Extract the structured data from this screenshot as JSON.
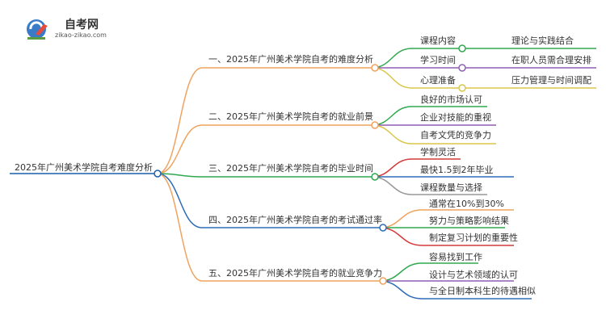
{
  "logo": {
    "title": "自考网",
    "subtitle": "zikao-zikao.com"
  },
  "root": {
    "label": "2025年广州美术学院自考难度分析",
    "color": "#1a5fa8"
  },
  "branches": [
    {
      "label": "一、2025年广州美术学院自考的难度分析",
      "color": "#f0a35e",
      "children": [
        {
          "label": "课程内容",
          "color": "#2fa84f",
          "leaf": "理论与实践结合"
        },
        {
          "label": "学习时间",
          "color": "#8e5fb3",
          "leaf": "在职人员需合理安排"
        },
        {
          "label": "心理准备",
          "color": "#d9c64a",
          "leaf": "压力管理与时间调配"
        }
      ]
    },
    {
      "label": "二、2025年广州美术学院自考的就业前景",
      "color": "#f0a35e",
      "children": [
        {
          "label": "良好的市场认可",
          "color": "#2fa84f"
        },
        {
          "label": "企业对技能的重视",
          "color": "#8e5fb3"
        },
        {
          "label": "自考文凭的竞争力",
          "color": "#d9c64a"
        }
      ]
    },
    {
      "label": "三、2025年广州美术学院自考的毕业时间",
      "color": "#2fa84f",
      "children": [
        {
          "label": "学制灵活",
          "color": "#d63a3a"
        },
        {
          "label": "最快1.5到2年毕业",
          "color": "#2e6bb8"
        },
        {
          "label": "课程数量与选择",
          "color": "#999999"
        }
      ]
    },
    {
      "label": "四、2025年广州美术学院自考的考试通过率",
      "color": "#2e6bb8",
      "children": [
        {
          "label": "通常在10%到30%",
          "color": "#f0a35e"
        },
        {
          "label": "努力与策略影响结果",
          "color": "#2fa84f"
        },
        {
          "label": "制定复习计划的重要性",
          "color": "#d63a3a"
        }
      ]
    },
    {
      "label": "五、2025年广州美术学院自考的就业竞争力",
      "color": "#f0a35e",
      "children": [
        {
          "label": "容易找到工作",
          "color": "#2fa84f"
        },
        {
          "label": "设计与艺术领域的认可",
          "color": "#8e5fb3"
        },
        {
          "label": "与全日制本科生的待遇相似",
          "color": "#2e6bb8"
        }
      ]
    }
  ]
}
